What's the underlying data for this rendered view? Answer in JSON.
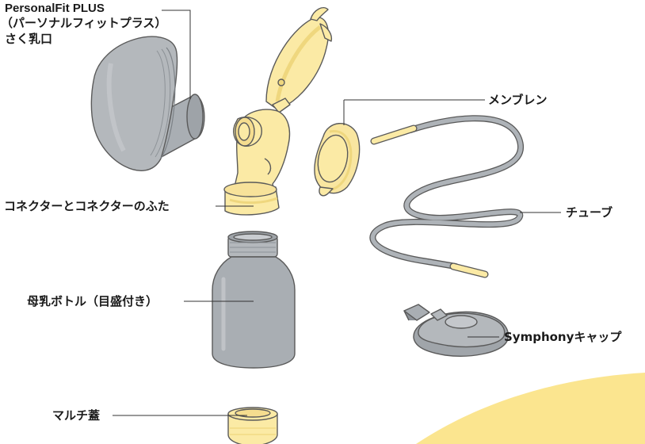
{
  "labels": {
    "flange_line1": "PersonalFit PLUS",
    "flange_line2": "（パーソナルフィットプラス）",
    "flange_line3": "さく乳口",
    "membrane": "メンブレン",
    "connector": "コネクターとコネクターのふた",
    "tubing": "チューブ",
    "bottle": "母乳ボトル（目盛付き）",
    "cap": "Symphonyキャップ",
    "lid": "マルチ蓋"
  },
  "colors": {
    "part_yellow": "#fbeaa5",
    "part_yellow_dark": "#efd77e",
    "part_gray": "#a9aeb3",
    "part_gray_dark": "#8b9096",
    "outline": "#5a5a5a",
    "background_blob": "#fbe58f",
    "leader_line": "#333333"
  }
}
